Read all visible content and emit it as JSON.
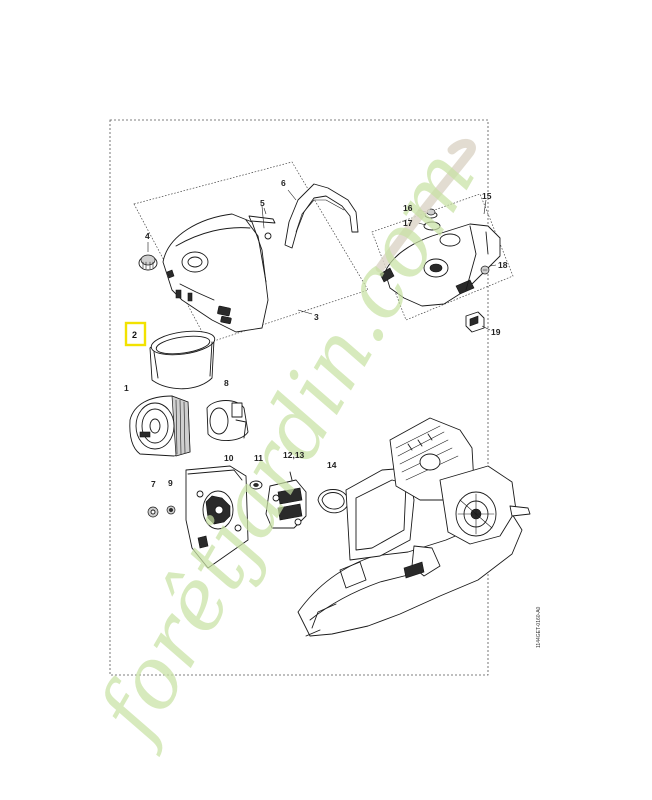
{
  "diagram": {
    "callouts": [
      {
        "id": "c1",
        "label": "1"
      },
      {
        "id": "c2",
        "label": "2",
        "selected": true
      },
      {
        "id": "c3",
        "label": "3"
      },
      {
        "id": "c4",
        "label": "4"
      },
      {
        "id": "c5",
        "label": "5"
      },
      {
        "id": "c6",
        "label": "6"
      },
      {
        "id": "c7",
        "label": "7"
      },
      {
        "id": "c8",
        "label": "8"
      },
      {
        "id": "c9",
        "label": "9"
      },
      {
        "id": "c10",
        "label": "10"
      },
      {
        "id": "c11",
        "label": "11"
      },
      {
        "id": "c12_13",
        "label": "12,13"
      },
      {
        "id": "c14",
        "label": "14"
      },
      {
        "id": "c15",
        "label": "15"
      },
      {
        "id": "c16",
        "label": "16"
      },
      {
        "id": "c17",
        "label": "17"
      },
      {
        "id": "c18",
        "label": "18"
      },
      {
        "id": "c19",
        "label": "19"
      }
    ],
    "drawing_code": "1144GET-0160-A0",
    "watermark": "forêtjardin.com",
    "highlight_color": "#f2e200",
    "watermark_color": "#c9e2a4"
  }
}
